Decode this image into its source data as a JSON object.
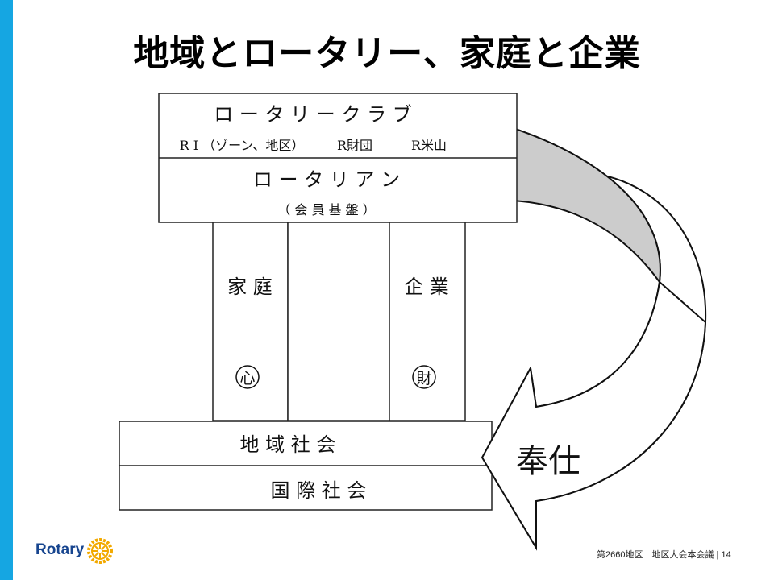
{
  "slide": {
    "title": "地域とロータリー、家庭と企業"
  },
  "diagram": {
    "club": {
      "label": "ロ ー タ リ ー ク ラ ブ",
      "sub_labels": [
        "R I （ゾーン、地区）",
        "R財団",
        "R米山"
      ]
    },
    "rotarian": {
      "label": "ロ ー タ リ ア ン",
      "sub_label": "（  会  員  基  盤  ）"
    },
    "pillars": [
      {
        "label": "家 庭",
        "symbol": "心"
      },
      {
        "label": "企 業",
        "symbol": "財"
      }
    ],
    "community": {
      "label": "地     域     社     会"
    },
    "international": {
      "label": "国       際       社       会"
    },
    "arrow_label": "奉仕"
  },
  "footer": {
    "logo_text": "Rotary",
    "meeting": "第2660地区　地区大会本会議",
    "page_number": "14",
    "icons": [
      "rotary-wheel-icon"
    ]
  },
  "colors": {
    "accent_stripe": "#15a6e2",
    "rotary_blue": "#17458f",
    "rotary_gold": "#f2a900",
    "arrow_fill": "#cccccc"
  }
}
